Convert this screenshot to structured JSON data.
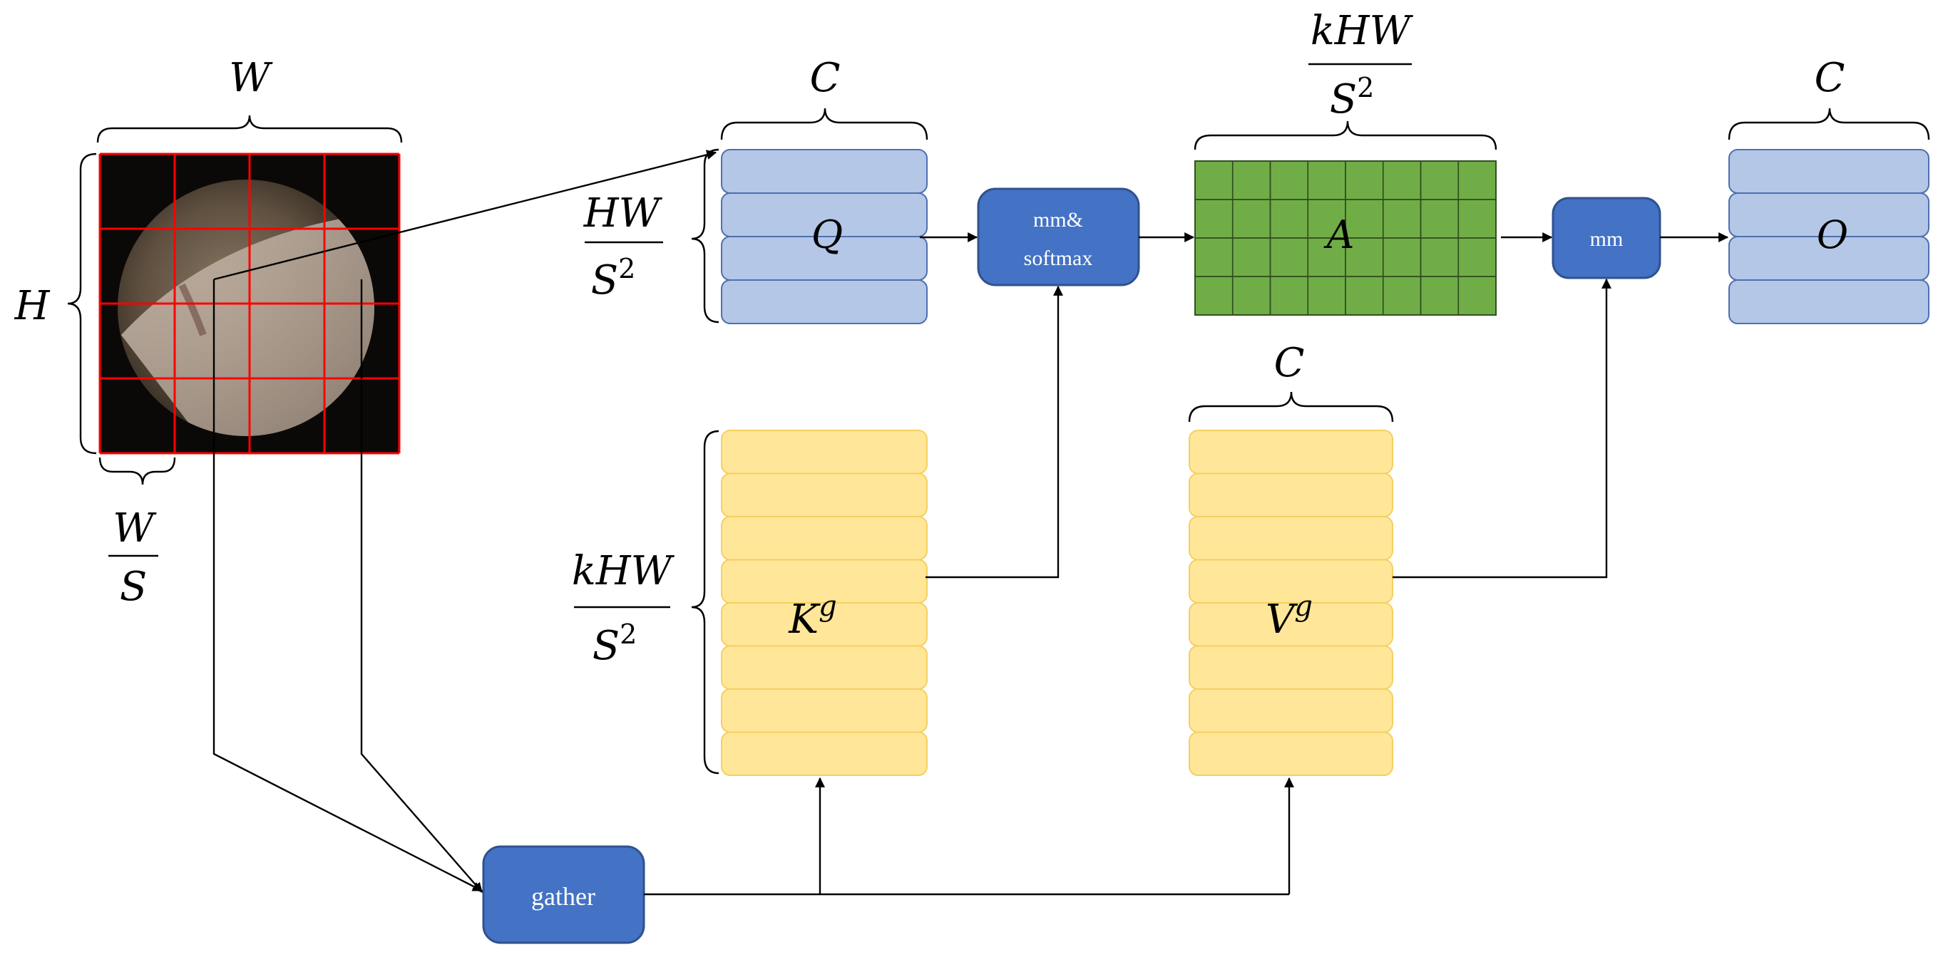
{
  "image_grid": {
    "label_w": "W",
    "label_h": "H",
    "cell_w_num": "W",
    "cell_w_den": "S",
    "rows": 4,
    "cols": 4
  },
  "query": {
    "label": "Q",
    "width_label": "C",
    "height_num": "HW",
    "height_den": "S",
    "height_exp": "2",
    "rows": 4
  },
  "key": {
    "label": "K",
    "sup": "g",
    "height_num": "kHW",
    "height_den": "S",
    "height_exp": "2",
    "rows": 8
  },
  "value": {
    "label": "V",
    "sup": "g",
    "width_label": "C",
    "rows": 8
  },
  "attn": {
    "label": "A",
    "width_num": "kHW",
    "width_den": "S",
    "width_exp": "2",
    "rows": 4,
    "cols": 8
  },
  "output": {
    "label": "O",
    "width_label": "C",
    "rows": 4
  },
  "ops": {
    "mm_softmax_line1": "mm&",
    "mm_softmax_line2": "softmax",
    "mm": "mm",
    "gather": "gather"
  },
  "colors": {
    "query_fill": "#b4c7e7",
    "kv_fill": "#ffe699",
    "attn_fill": "#70ad47",
    "op_fill": "#4472c4",
    "grid_line": "#ff0000"
  }
}
